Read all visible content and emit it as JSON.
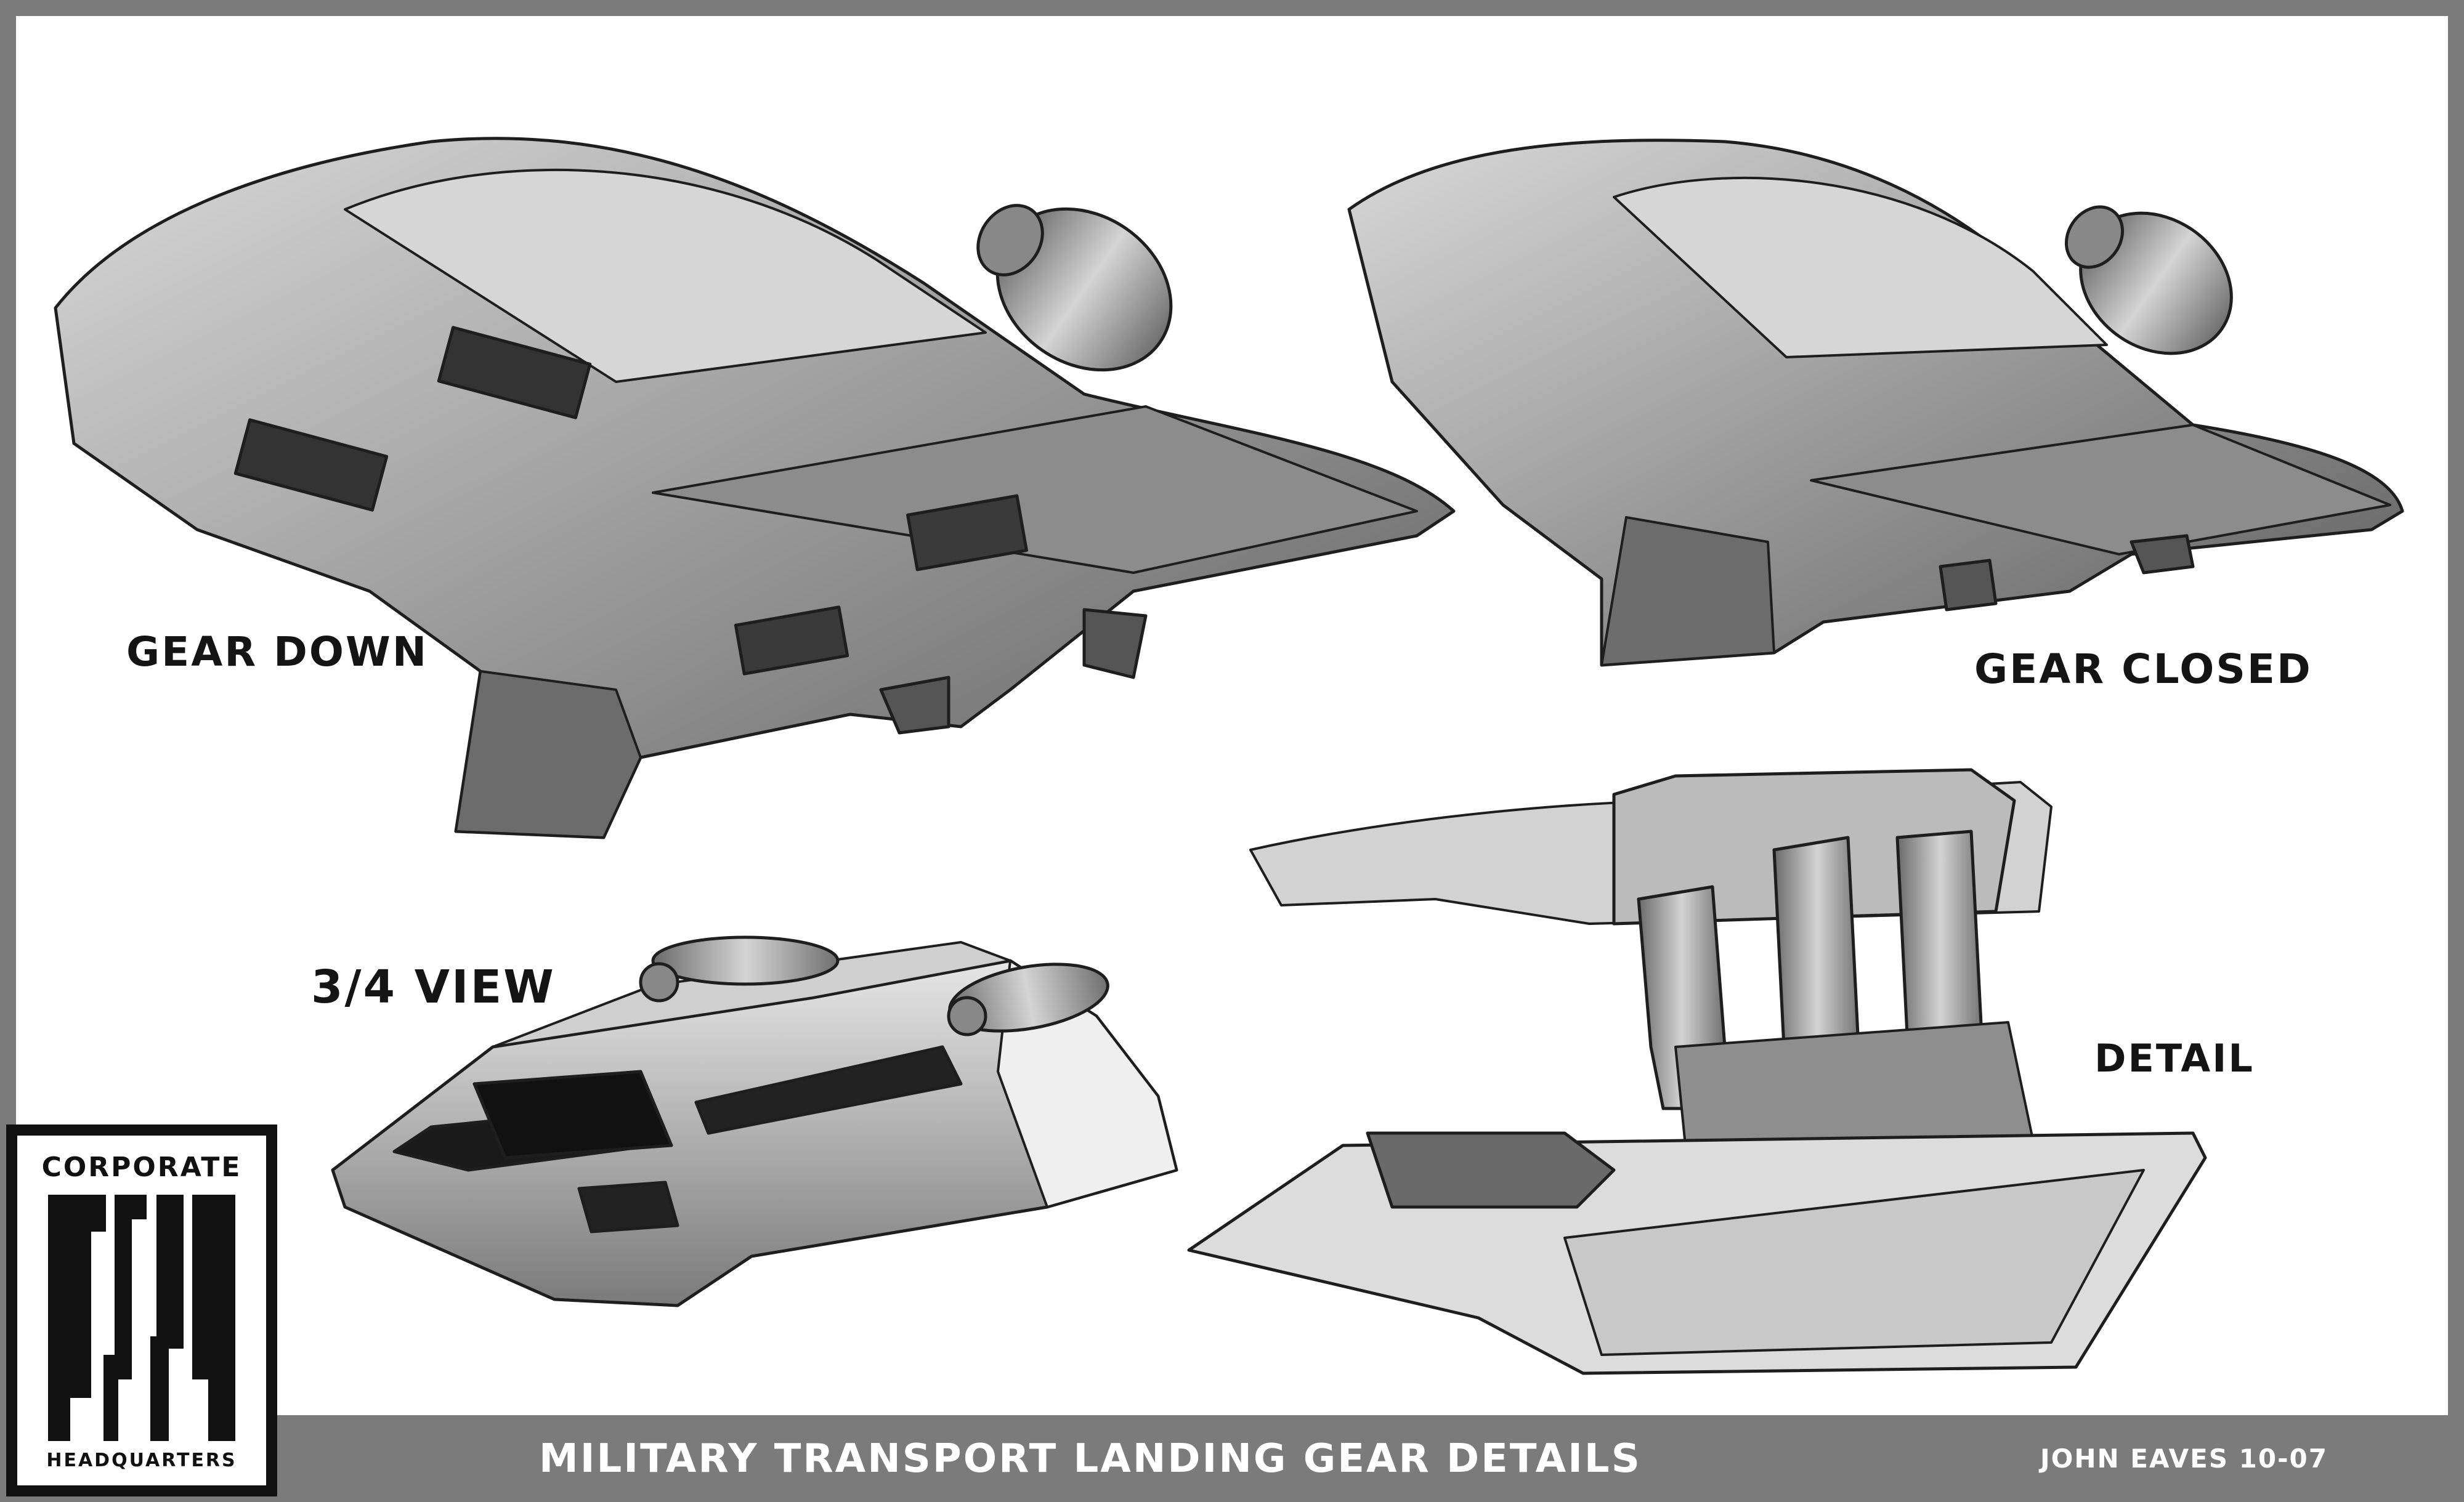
{
  "labels": {
    "gear_down": "GEAR DOWN",
    "gear_closed": "GEAR CLOSED",
    "three_quarter_view": "3/4 VIEW",
    "detail": "DETAIL"
  },
  "footer": {
    "title": "MILITARY TRANSPORT LANDING GEAR DETAILS",
    "credit": "JOHN EAVES 10-07"
  },
  "logo": {
    "top_text": "CORPORATE",
    "bottom_text": "HEADQUARTERS"
  },
  "colors": {
    "frame": "#7b7b7b",
    "sheet": "#ffffff",
    "ink": "#141414",
    "footer_text": "#ffffff"
  }
}
